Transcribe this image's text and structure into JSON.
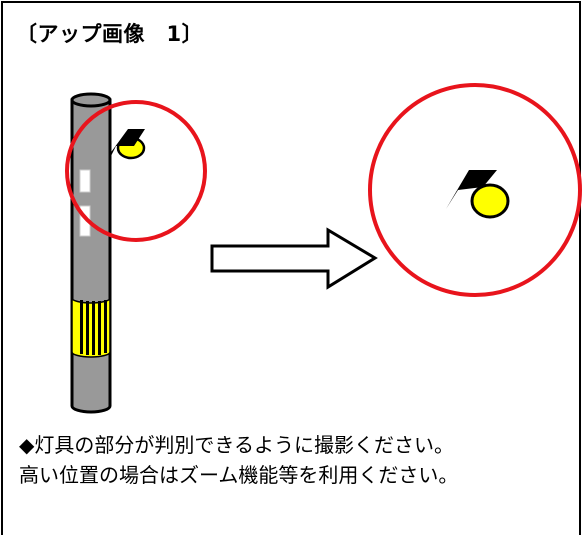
{
  "title": "〔アップ画像　1〕",
  "caption": {
    "line1": "◆灯具の部分が判別できるように撮影ください。",
    "line2": "高い位置の場合はズーム機能等を利用ください。"
  },
  "colors": {
    "circle": "#e8141c",
    "pole": "#999999",
    "lamp": "#ffff00",
    "stripe": "#ffff00",
    "frame": "#000000"
  },
  "icons": {
    "arrow": "right-arrow-icon",
    "lamp": "lamp-icon"
  }
}
